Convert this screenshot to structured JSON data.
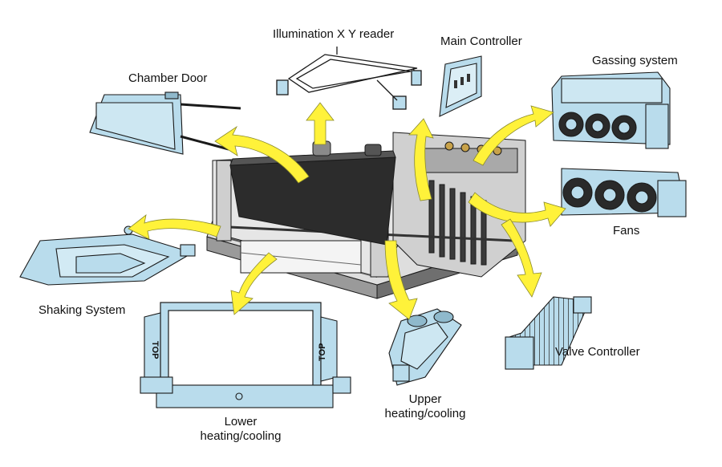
{
  "labels": {
    "illumination": "Illumination X Y reader",
    "main_controller": "Main Controller",
    "gassing": "Gassing system",
    "chamber_door": "Chamber Door",
    "fans": "Fans",
    "shaking": "Shaking System",
    "valve_controller": "Valve Controller",
    "upper_line1": "Upper",
    "upper_line2": "heating/cooling",
    "lower_line1": "Lower",
    "lower_line2": "heating/cooling",
    "top_stamp": "TOP"
  },
  "colors": {
    "component_fill": "#b9dcec",
    "component_stroke": "#1a1a1a",
    "arrow_fill": "#fff23a",
    "chassis_fill": "#e9e9e9",
    "chassis_dark": "#7c7c7c",
    "black_plate": "#2c2c2c"
  }
}
